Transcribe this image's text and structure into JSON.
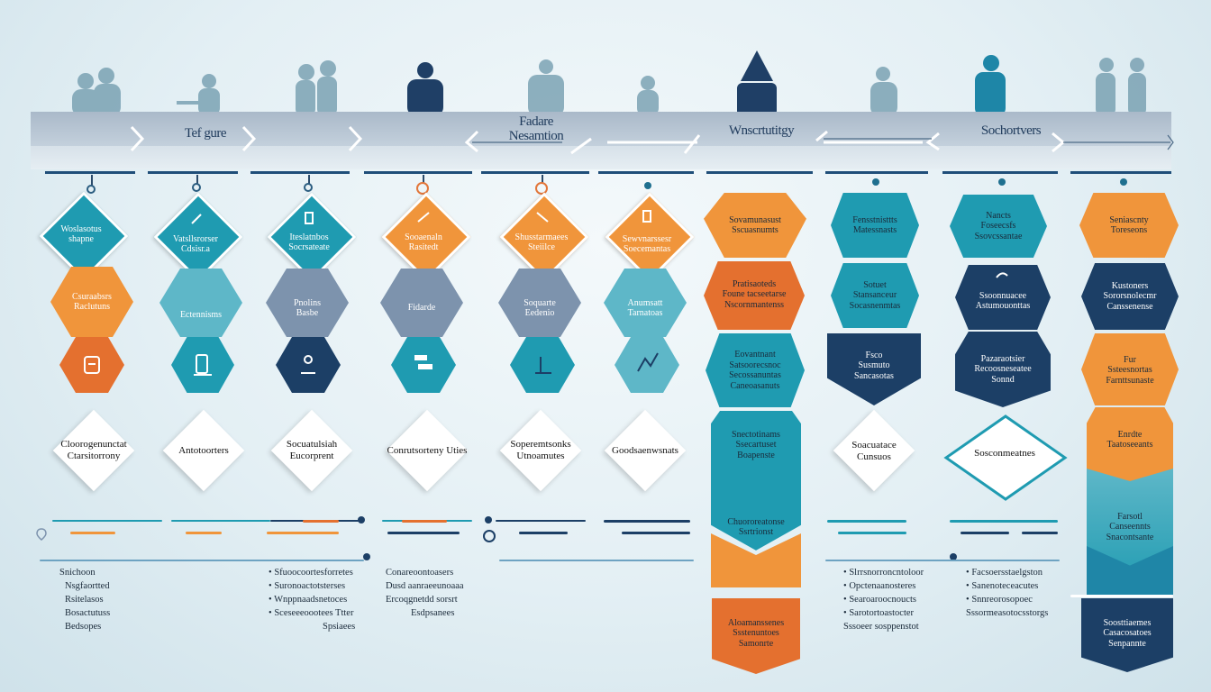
{
  "header": {
    "labels": [
      "Tef gure",
      "Fadare\nNesamtion",
      "Wnscrtutitgy",
      "Sochortvers"
    ]
  },
  "colors": {
    "orange": "#f0953b",
    "orange_dark": "#e4702f",
    "teal": "#1f9bb1",
    "teal_light": "#5eb7c8",
    "navy": "#1c3f66",
    "slate": "#7d93ad"
  },
  "columns": [
    {
      "top_text": "Woslasotus\nshapne",
      "mid_text": "Csuraabsrs\nRaclutuns",
      "diamond_text": "Cloorogenunctat\nCtarsitorrony"
    },
    {
      "top_text": "Vatsllsrorser\nCdsisr.a",
      "mid_text": "Ectennisms",
      "diamond_text": "Antotoorters"
    },
    {
      "top_text": "Iteslatnbos\nSocrsateate",
      "mid_text": "Pnolins\nBasbe",
      "diamond_text": "Socuatulsiah\nEucorprent"
    },
    {
      "top_text": "Sooaenaln\nRasitedt",
      "mid_text": "Fidarde",
      "diamond_text": "Conrutsorteny Uties"
    },
    {
      "top_text": "Shusstarmaees\nSteiilce",
      "mid_text": "Soquarte\nEedenio",
      "diamond_text": "Soperemtsonks\nUtnoamutes"
    },
    {
      "top_text": "Sewvnarssesr\nSoecemantas",
      "mid_text": "Anumsatt\nTarnatoas",
      "diamond_text": "Goodsaenwsnats"
    }
  ],
  "right_columns": [
    {
      "cells": [
        "Sovamunasust\nSscuasnumts",
        "Pratisaoteds\nFoune tacseetarse\nNscornmantenss",
        "Eovantnant\nSatsoorecsnoc\nSecossanuntas\nCaneoasanuts",
        "Snectotinams\nSsecartuset\nBoapenste",
        "Chuororeatonse\nSsrtrionst",
        "Aloamanssenes\nSsstenuntoes\nSamonrte"
      ]
    },
    {
      "cells": [
        "Fensstnisttts\nMatessnasts",
        "Sotuet\nStansanceur\nSocasnenmtas",
        "Fsco\nSusmuto\nSancasotas",
        "Soacuatace\nCunsuos"
      ]
    },
    {
      "cells": [
        "Nancts\nFoseecsfs\nSsovcssantae",
        "Ssoonnuacee\nAstumouonttas",
        "Pazaraotsier\nRecoosneseatee\nSonnd",
        "Sosconmeatnes"
      ]
    },
    {
      "cells": [
        "Seniascnty\nToreseons",
        "Kustoners\nSororsnolecmr\nCanssenense",
        "Fur\nSsteesnortas\nFarnttsunaste",
        "Enrdte\nTaatoseeants",
        "Farsotl\nCanseennts\nSnacontsante",
        "Soosttiaemes\nCasacosatoes\nSenpannte"
      ]
    }
  ],
  "notes": [
    {
      "items": [
        "Snichoon",
        "Nsgfaortted",
        "Rsitelasos",
        "Bosactutuss",
        "Bedsopes"
      ]
    },
    {
      "items": [
        "Sfuoocoortesforretes",
        "Suronoactotsterses",
        "Wnppnaadsnetoces",
        "Sceseeeoootees Ttter",
        "Spsiaees"
      ]
    },
    {
      "items": [
        "Conareoontoasers",
        "Dusd aanraeeunoaaa",
        "Ercoqgnetdd sorsrt",
        "Esdpsanees"
      ]
    },
    {
      "items": [
        "Slrrsnorroncntoloor",
        "Opctenaanosteres",
        "Searoaroocnoucts",
        "Sarotortoastocter",
        "Sssoeer sosppenstot"
      ]
    },
    {
      "items": [
        "Facsoersstaelgston",
        "Sanenoteceacutes",
        "Snnreorosopoec",
        "Sssormeasotocsstorgs"
      ]
    }
  ]
}
